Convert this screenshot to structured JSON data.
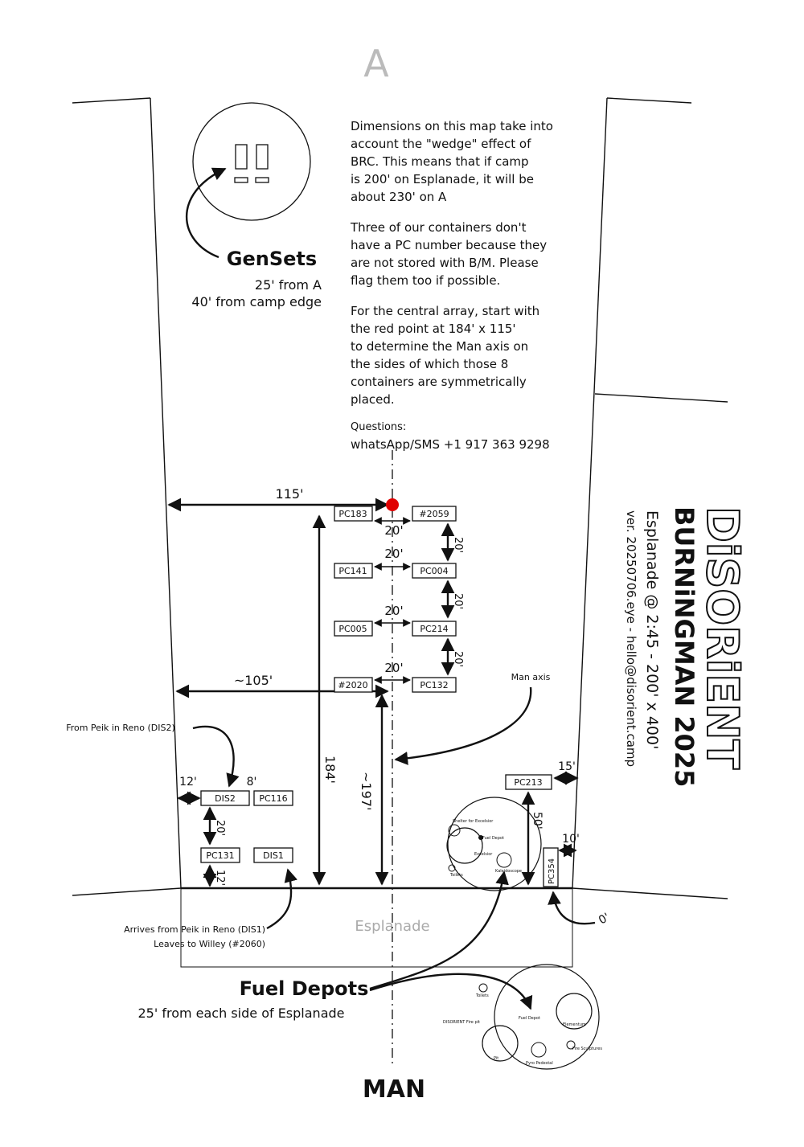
{
  "street_label": "A",
  "gensets": {
    "title": "GenSets",
    "line1": "25' from A",
    "line2": "40' from camp edge"
  },
  "notes": {
    "p1": [
      "Dimensions on this map take into",
      "account the \"wedge\" effect of",
      "BRC. This means that if camp",
      "is 200' on Esplanade, it will be",
      "about 230' on A"
    ],
    "p2": [
      "Three of our containers don't",
      "have a PC number because they",
      "are not stored with B/M. Please",
      "flag them too if possible."
    ],
    "p3": [
      "For the central array, start with",
      "the red point at 184' x 115'",
      "to determine the Man axis on",
      "the sides of which those 8",
      "containers are symmetrically",
      "placed."
    ],
    "questions_label": "Questions:",
    "contact": "whatsApp/SMS +1 917 363 9298"
  },
  "title_block": {
    "camp": "DiSORiENT",
    "event": "BURNiNGMAN 2025",
    "location": "Esplanade @ 2:45 - 200' x 400'",
    "version": "ver. 20250706.eye - hello@disorient.camp"
  },
  "containers": {
    "pc183": "PC183",
    "c2059": "#2059",
    "pc141": "PC141",
    "pc004": "PC004",
    "pc005": "PC005",
    "pc214": "PC214",
    "c2020": "#2020",
    "pc132": "PC132",
    "dis2": "DIS2",
    "pc116": "PC116",
    "pc131": "PC131",
    "dis1": "DIS1",
    "pc213": "PC213",
    "pc354": "PC354"
  },
  "dimensions": {
    "d115": "115'",
    "d105": "~105'",
    "d184": "184'",
    "d197": "~197'",
    "gap20": "20'",
    "d12": "12'",
    "d8": "8'",
    "d20v": "20'",
    "d12b": "12'",
    "d15": "15'",
    "d50": "50'",
    "d10": "10'",
    "d0": "0'"
  },
  "callouts": {
    "man_axis": "Man axis",
    "from_peik": "From Peik in Reno (DIS2)",
    "arrives_line1": "Arrives from Peik in Reno (DIS1)",
    "arrives_line2": "Leaves to Willey (#2060)",
    "fuel_title": "Fuel Depots",
    "fuel_sub": "25' from each side of Esplanade",
    "esplanade": "Esplanade",
    "man": "MAN"
  },
  "small_layout_labels": {
    "shelter": "Shelter for Excelsior",
    "fuel_depot": "Fuel Depot",
    "toilets": "Toilets",
    "kaleidoscope": "Kaleidoscope",
    "excelsior": "Excelsior",
    "fuel_depot_2": "Fuel Depot",
    "toilets_2": "Toilets",
    "fire_pit": "DISORIENT Fire pit",
    "elements": "Elementum",
    "fire_sculptures": "Fire Sculptures",
    "pyro": "Pyro Pedestal",
    "pit": "Pit"
  }
}
